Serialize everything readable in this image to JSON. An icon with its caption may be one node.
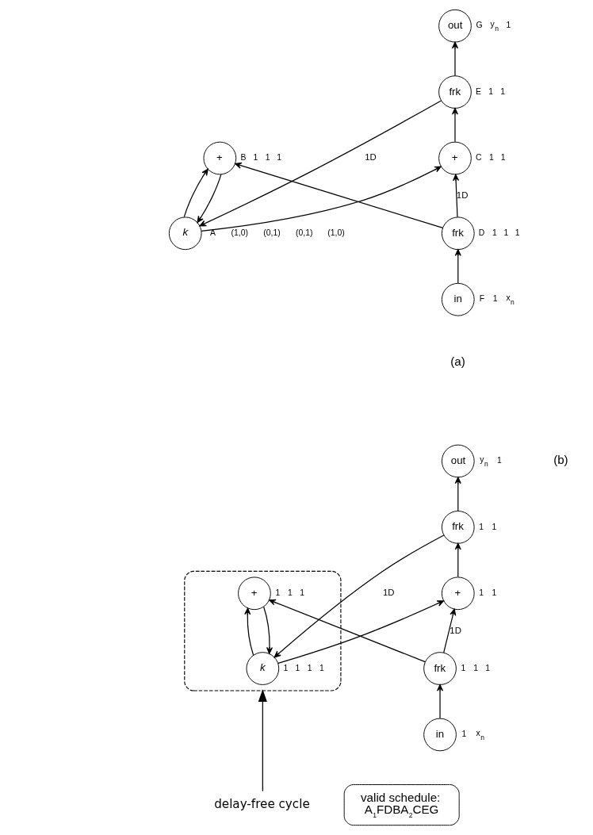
{
  "diagram": {
    "nodes": [
      {
        "text": [
          "k"
        ],
        "beside": [
          "A",
          "(1,0)",
          "(0,1)",
          "(0,1)",
          "(1,0)"
        ]
      },
      {
        "text": [
          "+"
        ],
        "beside": [
          "C",
          "1",
          "1"
        ]
      },
      {
        "text": [
          "+"
        ],
        "beside": [
          "B",
          "1",
          "1",
          "1"
        ]
      },
      {
        "text": [
          "frk"
        ],
        "beside": [
          "E",
          "1",
          "1"
        ]
      },
      {
        "text": [
          "out"
        ],
        "beside": [
          "G",
          "y$_{n}$",
          "1"
        ]
      },
      {
        "text": [
          "frk"
        ],
        "beside": [
          "D",
          "1",
          "1",
          "1"
        ]
      },
      {
        "text": [
          "in"
        ],
        "beside": [
          "F",
          "1",
          "x$_{n}$"
        ]
      },
      {
        "text": [
          "valid schedule:",
          "A$_{1}$FDBA$_{2}$CEG"
        ]
      },
      {
        "text": [
          "delay-free cycle"
        ]
      },
      {
        "text": [],
        "shape": "box"
      },
      {
        "text": [
          "k"
        ],
        "beside": [
          "1",
          "1",
          "1",
          "1"
        ],
        "in": 9
      },
      {
        "text": [
          "+"
        ],
        "beside": [
          "1",
          "1"
        ]
      },
      {
        "text": [
          "+"
        ],
        "beside": [
          "1",
          "1",
          "1"
        ],
        "in": 9
      },
      {
        "text": [
          "frk"
        ],
        "beside": [
          "1",
          "1"
        ]
      },
      {
        "text": [
          "out"
        ],
        "beside": [
          "y$_{n}$",
          "1"
        ]
      },
      {
        "text": [
          "frk"
        ],
        "beside": [
          "1",
          "1",
          "1"
        ]
      },
      {
        "text": [
          "in"
        ],
        "beside": [
          "1",
          "x$_{n}$"
        ]
      }
    ],
    "edges": [
      {
        "from": 0,
        "to": 1,
        "arrow": "to"
      },
      {
        "from": 1,
        "to": 3,
        "arrow": "to"
      },
      {
        "from": 3,
        "to": 4,
        "arrow": "to"
      },
      {
        "from": 3,
        "to": 0,
        "arrow": "to",
        "label": "1D"
      },
      {
        "from": 5,
        "to": 1,
        "arrow": "to",
        "label": "1D"
      },
      {
        "from": 0,
        "to": 2,
        "arrow": "to"
      },
      {
        "from": 2,
        "to": 0,
        "arrow": "to"
      },
      {
        "from": 5,
        "to": 2,
        "arrow": "to"
      },
      {
        "from": 6,
        "to": 5,
        "arrow": "to"
      },
      {
        "from": 8,
        "to": 9,
        "arrow": "to"
      },
      {
        "from": 10,
        "to": 11,
        "arrow": "to"
      },
      {
        "from": 11,
        "to": 13,
        "arrow": "to"
      },
      {
        "from": 13,
        "to": 14,
        "arrow": "to"
      },
      {
        "from": 13,
        "to": 10,
        "arrow": "to",
        "label": "1D"
      },
      {
        "from": 15,
        "to": 11,
        "arrow": "to",
        "label": "1D"
      },
      {
        "from": 10,
        "to": 12,
        "arrow": "to"
      },
      {
        "from": 12,
        "to": 10,
        "arrow": "to"
      },
      {
        "from": 15,
        "to": 12,
        "arrow": "to"
      },
      {
        "from": 16,
        "to": 15,
        "arrow": "to"
      }
    ],
    "labels": [
      "(a)",
      "(b)"
    ]
  }
}
